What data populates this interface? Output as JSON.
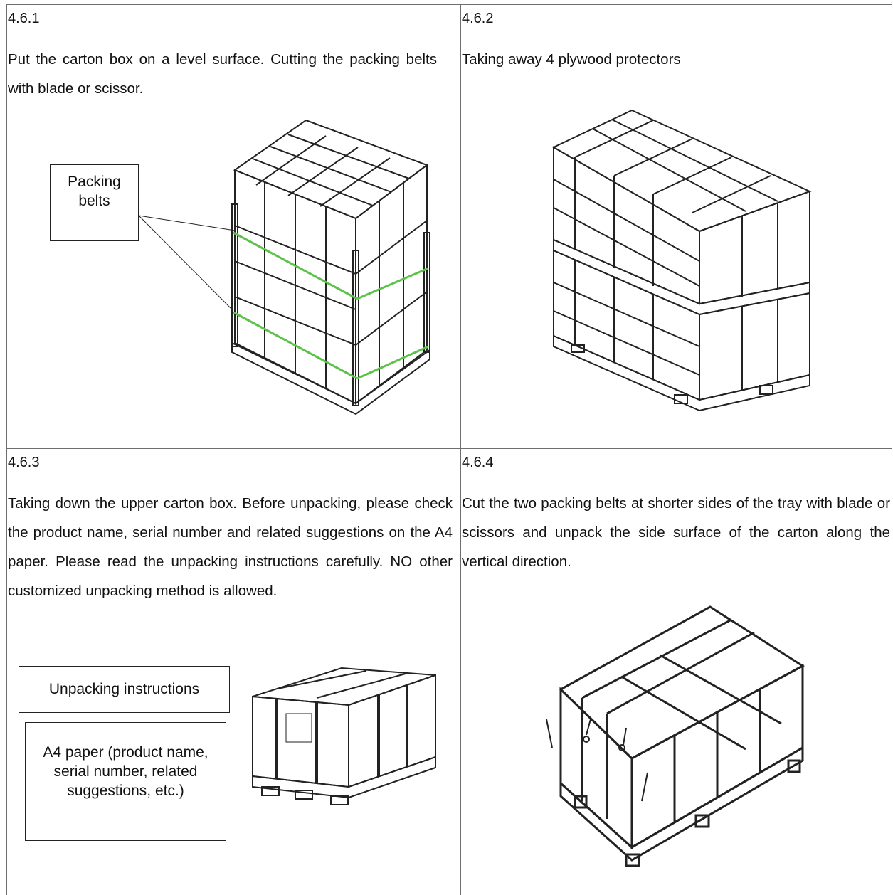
{
  "steps": [
    {
      "number": "4.6.1",
      "text": "Put the carton box on a level surface. Cutting the packing belts with blade or scissor.",
      "callout": "Packing belts"
    },
    {
      "number": "4.6.2",
      "text": "Taking away 4 plywood protectors"
    },
    {
      "number": "4.6.3",
      "text": "Taking down the upper carton box. Before unpacking, please check the product name, serial number and related suggestions on the A4 paper. Please read the unpacking instructions carefully. NO other customized unpacking method is allowed.",
      "callouts": [
        "Unpacking instructions",
        "A4 paper (product name, serial number, related suggestions, etc.)"
      ]
    },
    {
      "number": "4.6.4",
      "text": "Cut the two packing belts at shorter sides of the tray with blade or scissors and unpack the side surface of the carton along the vertical direction."
    }
  ],
  "colors": {
    "border": "#6e6e6e",
    "belt_highlight": "#5cc24a",
    "line": "#222222"
  }
}
